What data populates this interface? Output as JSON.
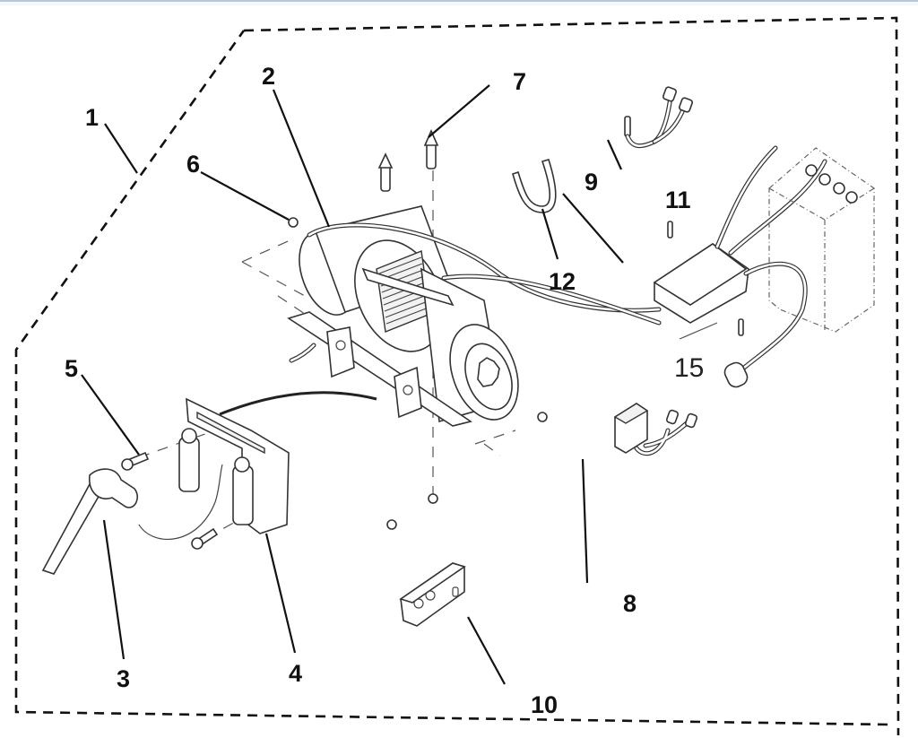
{
  "diagram": {
    "type": "exploded parts diagram",
    "subject": "winch kit",
    "callouts": [
      {
        "id": "1",
        "label": "1"
      },
      {
        "id": "2",
        "label": "2"
      },
      {
        "id": "3",
        "label": "3"
      },
      {
        "id": "4",
        "label": "4"
      },
      {
        "id": "5",
        "label": "5"
      },
      {
        "id": "6",
        "label": "6"
      },
      {
        "id": "7",
        "label": "7"
      },
      {
        "id": "8",
        "label": "8"
      },
      {
        "id": "9",
        "label": "9"
      },
      {
        "id": "10",
        "label": "10"
      },
      {
        "id": "11",
        "label": "11"
      },
      {
        "id": "12",
        "label": "12"
      },
      {
        "id": "15",
        "label": "15"
      }
    ],
    "colors": {
      "line": "#111111",
      "background": "#ffffff",
      "top_border": "#b9c6d3"
    }
  }
}
